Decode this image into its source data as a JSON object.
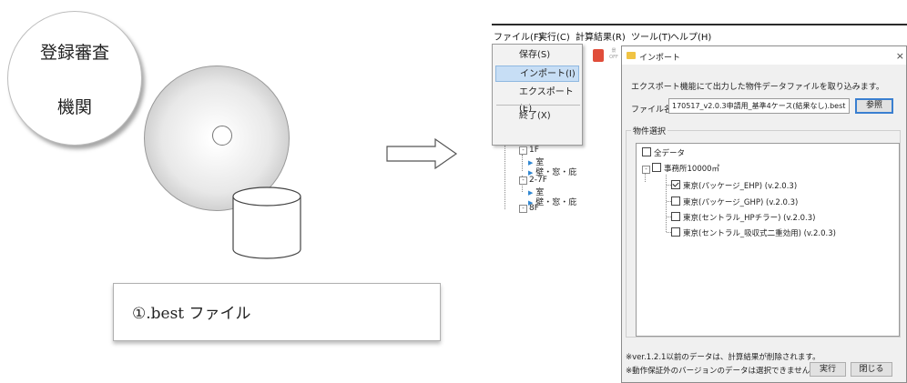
{
  "illustration": {
    "agency_line1": "登録審査",
    "agency_line2": "機関",
    "file_label": "①.best ファイル"
  },
  "menubar": {
    "items": [
      "ファイル(F)",
      "実行(C)",
      "計算結果(R)",
      "ツール(T)",
      "ヘルプ(H)"
    ]
  },
  "file_menu": {
    "items": [
      "保存(S)",
      "インポート(I)",
      "エクスポート(E)",
      "終了(X)"
    ],
    "highlighted": "インポート(I)"
  },
  "toolbar": {
    "icon2_text": "景\nOFF"
  },
  "tree": {
    "nodes": [
      "1F",
      "室",
      "壁・窓・庇",
      "2-7F",
      "室",
      "壁・窓・庇",
      "8F"
    ]
  },
  "dialog": {
    "title": "インポート",
    "close": "×",
    "description": "エクスポート機能にて出力した物件データファイルを取り込みます。",
    "filename_label": "ファイル名",
    "filename_value": "170517_v2.0.3申請用_基準4ケース(結果なし).best",
    "browse_button": "参照",
    "group_title": "物件選択",
    "items": [
      {
        "label": "全データ",
        "checked": false
      },
      {
        "label": "事務所10000㎡",
        "checked": false
      },
      {
        "label": "東京(パッケージ_EHP) (v.2.0.3)",
        "checked": true
      },
      {
        "label": "東京(パッケージ_GHP) (v.2.0.3)",
        "checked": false
      },
      {
        "label": "東京(セントラル_HPチラー) (v.2.0.3)",
        "checked": false
      },
      {
        "label": "東京(セントラル_吸収式二重効用) (v.2.0.3)",
        "checked": false
      }
    ],
    "note1": "※ver.1.2.1以前のデータは、計算結果が削除されます。",
    "note2": "※動作保証外のバージョンのデータは選択できません。",
    "run_button": "実行",
    "close_button": "閉じる"
  },
  "colors": {
    "menu_highlight": "#c7def5",
    "accent_blue": "#3a7fd0",
    "stop_icon": "#e04d3a",
    "folder_icon": "#f0c343"
  }
}
